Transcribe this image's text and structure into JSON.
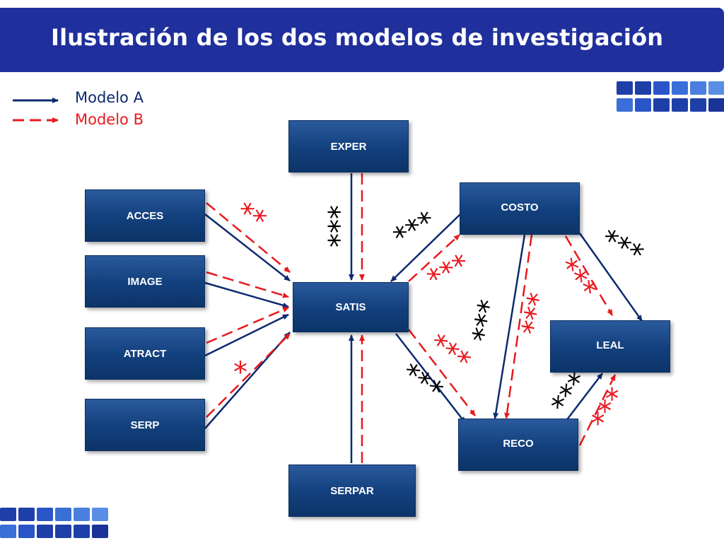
{
  "title": "Ilustración de los dos modelos de investigación",
  "legend": {
    "model_a": "Modelo A",
    "model_b": "Modelo B"
  },
  "colors": {
    "title_bar": "#1f2f9b",
    "model_a": "#0d2a6e",
    "model_b": "#e8191e",
    "node": "#123f7c",
    "significance_black": "#000000"
  },
  "nodes": {
    "exper": "EXPER",
    "acces": "ACCES",
    "image": "IMAGE",
    "atract": "ATRACT",
    "serp": "SERP",
    "satis": "SATIS",
    "serpar": "SERPAR",
    "costo": "COSTO",
    "leal": "LEAL",
    "reco": "RECO"
  },
  "significance": {
    "acces_satis_b": "**",
    "exper_satis_a": "***",
    "satis_costo_a": "***",
    "satis_costo_b": "***",
    "costo_leal_a": "***",
    "costo_leal_b": "***",
    "costo_reco_a": "***",
    "costo_reco_b": "***",
    "serp_satis_b": "*",
    "satis_reco_b": "***",
    "satis_reco_a": "***",
    "reco_leal_a": "***",
    "reco_leal_b": "***"
  }
}
